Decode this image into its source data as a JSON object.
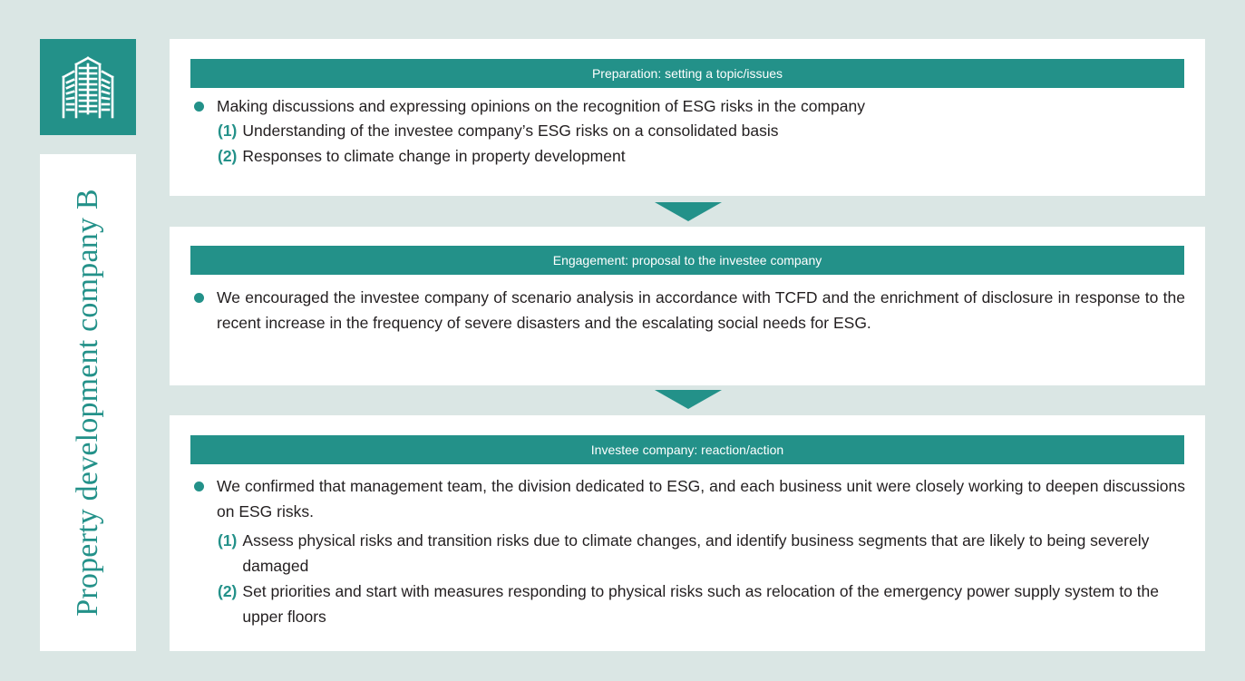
{
  "company": {
    "icon": "building-icon",
    "label": "Property development company B"
  },
  "colors": {
    "accent": "#239189",
    "background": "#dae6e4"
  },
  "steps": [
    {
      "header": "Preparation: setting a topic/issues",
      "bullet": "Making discussions and expressing opinions on the recognition of ESG risks in the company",
      "items": [
        {
          "num": "(1)",
          "text": "Understanding of the investee company’s ESG risks on a consolidated basis"
        },
        {
          "num": "(2)",
          "text": "Responses to climate change in property development"
        }
      ]
    },
    {
      "header": "Engagement: proposal to the investee company",
      "bullet": "We encouraged the investee company of scenario analysis in accordance with TCFD and the enrichment of disclosure in response to the recent increase in the frequency of severe disasters and the escalating social needs for ESG."
    },
    {
      "header": "Investee company: reaction/action",
      "bullet": "We confirmed that management team, the division dedicated to ESG, and each business unit were closely working to deepen discussions on ESG risks.",
      "items": [
        {
          "num": "(1)",
          "text": "Assess physical risks and transition risks due to climate changes, and identify business segments that are likely to being severely damaged"
        },
        {
          "num": "(2)",
          "text": "Set priorities and start with measures responding to physical risks such as relocation of the emergency power supply system to the upper floors"
        }
      ]
    }
  ]
}
